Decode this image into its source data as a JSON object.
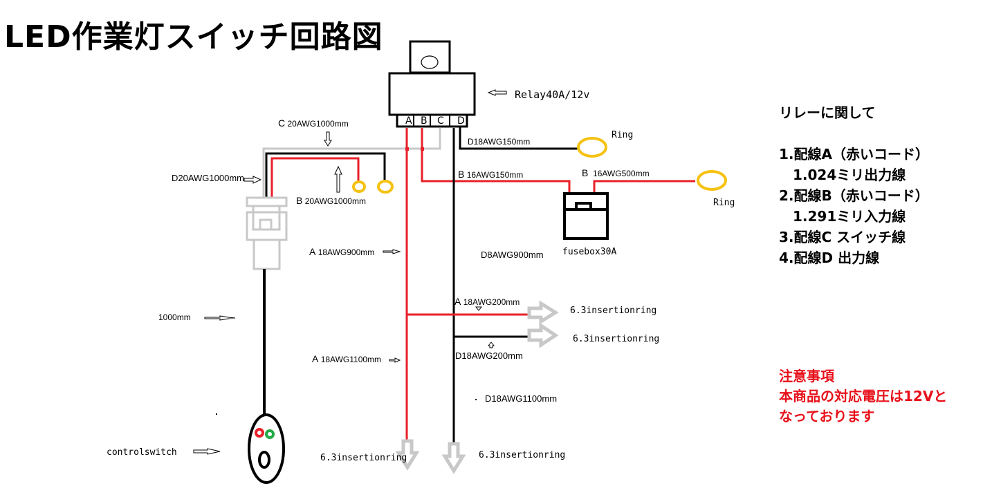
{
  "title": "LED作業灯スイッチ回路図",
  "relay": {
    "label": "Relay40A/12v",
    "pins": [
      "A",
      "B",
      "C",
      "D"
    ]
  },
  "wires": {
    "c_switch": "20AWG1000mm",
    "c_prefix": "C",
    "d_switch": "D20AWG1000mm",
    "b_switch": "20AWG1000mm",
    "b_prefix": "B",
    "d_ring": "D18AWG150mm",
    "b_relay_fuse": "16AWG150mm",
    "b_fuse_ring": "16AWG500mm",
    "a_900": "18AWG900mm",
    "a_prefix": "A",
    "d_900": "D8AWG900mm",
    "a_200": "18AWG200mm",
    "d_200": "D18AWG200mm",
    "a_1100": "18AWG1100mm",
    "d_1100": "D18AWG1100mm",
    "switch_cable": "1000mm"
  },
  "components": {
    "ring_top": "Ring",
    "ring_right": "Ring",
    "fusebox": "fusebox30A",
    "insertion_1": "6.3insertionring",
    "insertion_2": "6.3insertionring",
    "insertion_3": "6.3insertionring",
    "insertion_4": "6.3insertionring",
    "control_switch": "controlswitch"
  },
  "colors": {
    "red_wire": "#e8202a",
    "black_wire": "#000000",
    "gray_wire": "#c8c8c8",
    "ring": "#f5c211",
    "led_red": "#e8202a",
    "led_green": "#22aa44",
    "warning_text": "#e8101a"
  },
  "notes": {
    "heading": "リレーに関して",
    "items": [
      "1.配線A（赤いコード）",
      "　1.024ミリ出力線",
      "2.配線B（赤いコード）",
      "　1.291ミリ入力線",
      "3.配線C スイッチ線",
      "4.配線D 出力線"
    ]
  },
  "warning": {
    "heading": "注意事項",
    "lines": [
      "本商品の対応電圧は12Vと",
      "なっております"
    ]
  }
}
